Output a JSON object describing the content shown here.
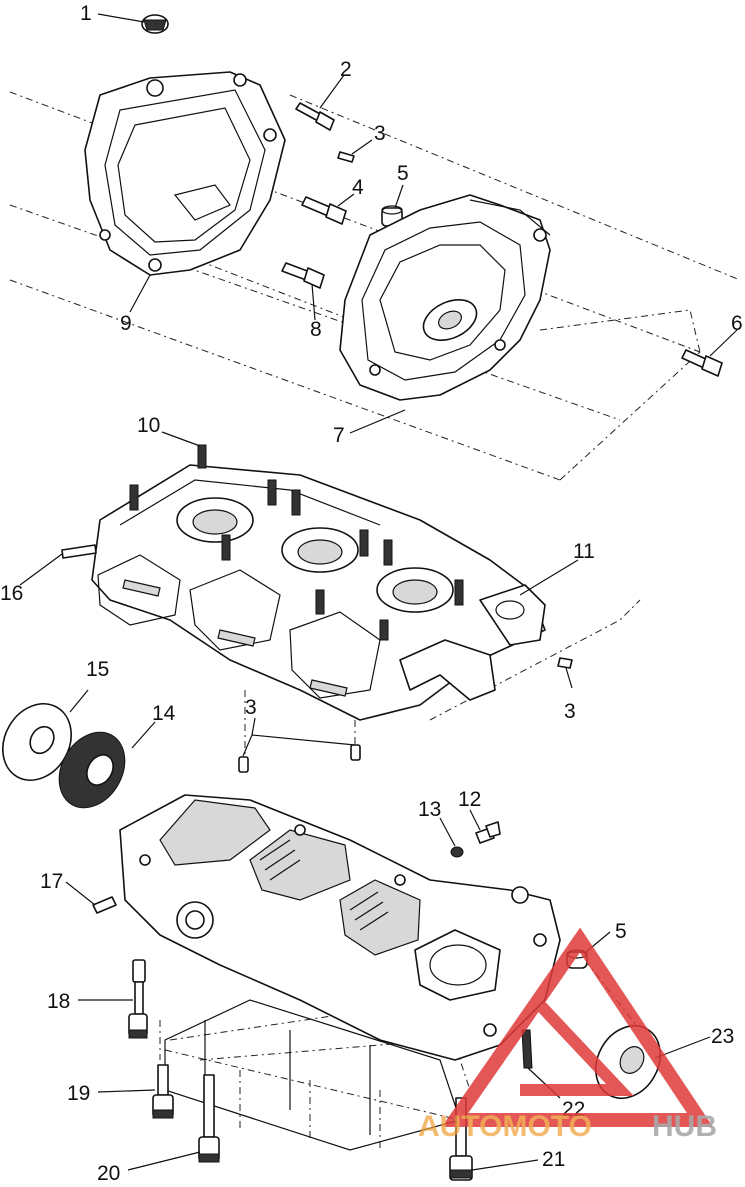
{
  "callouts": {
    "c1": "1",
    "c2": "2",
    "c3a": "3",
    "c4": "4",
    "c5a": "5",
    "c6": "6",
    "c7": "7",
    "c8": "8",
    "c9": "9",
    "c10": "10",
    "c11": "11",
    "c16": "16",
    "c15": "15",
    "c14": "14",
    "c3b": "3",
    "c3c": "3",
    "c13": "13",
    "c12": "12",
    "c17": "17",
    "c5b": "5",
    "c18": "18",
    "c23": "23",
    "c19": "19",
    "c22": "22",
    "c20": "20",
    "c21": "21"
  },
  "watermark": {
    "brand_part1": "AUTOMOTO",
    "brand_part2": "HUB",
    "color_red": "#e03a3a",
    "color_orange": "#f0a23a",
    "color_grey": "#9a9a9a"
  }
}
